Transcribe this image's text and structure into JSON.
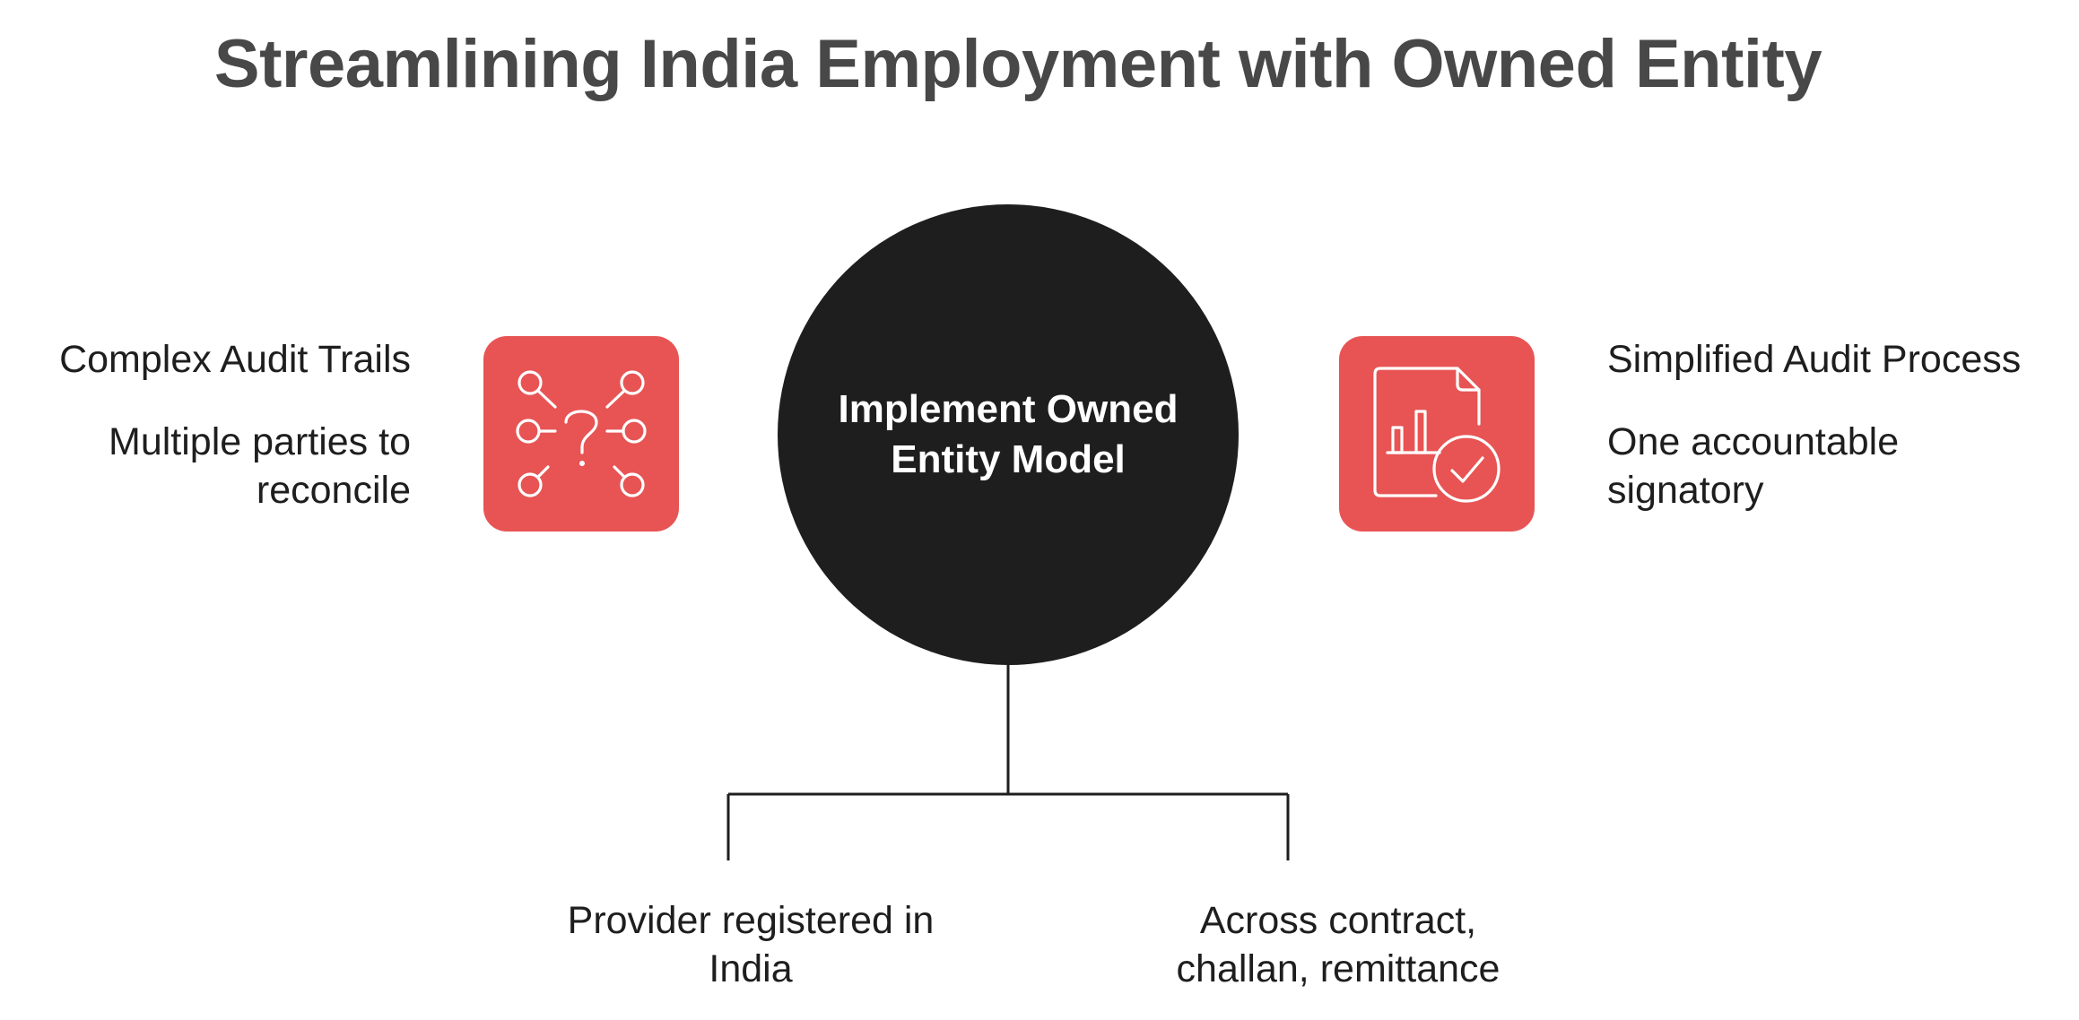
{
  "title": "Streamlining India Employment with Owned Entity",
  "center": {
    "label_line1": "Implement Owned",
    "label_line2": "Entity Model"
  },
  "left": {
    "heading": "Complex Audit Trails",
    "text_line1": "Multiple parties to",
    "text_line2": "reconcile",
    "icon": "network-question-icon",
    "color": "#e85454"
  },
  "right": {
    "heading": "Simplified Audit Process",
    "text_line1": "One accountable",
    "text_line2": "signatory",
    "icon": "document-chart-check-icon",
    "color": "#e85454"
  },
  "bottom": {
    "left_line1": "Provider registered in",
    "left_line2": "India",
    "right_line1": "Across contract,",
    "right_line2": "challan, remittance"
  },
  "colors": {
    "title": "#484848",
    "circle": "#1e1e1e",
    "accent": "#e85454",
    "text": "#1e1e1e"
  }
}
